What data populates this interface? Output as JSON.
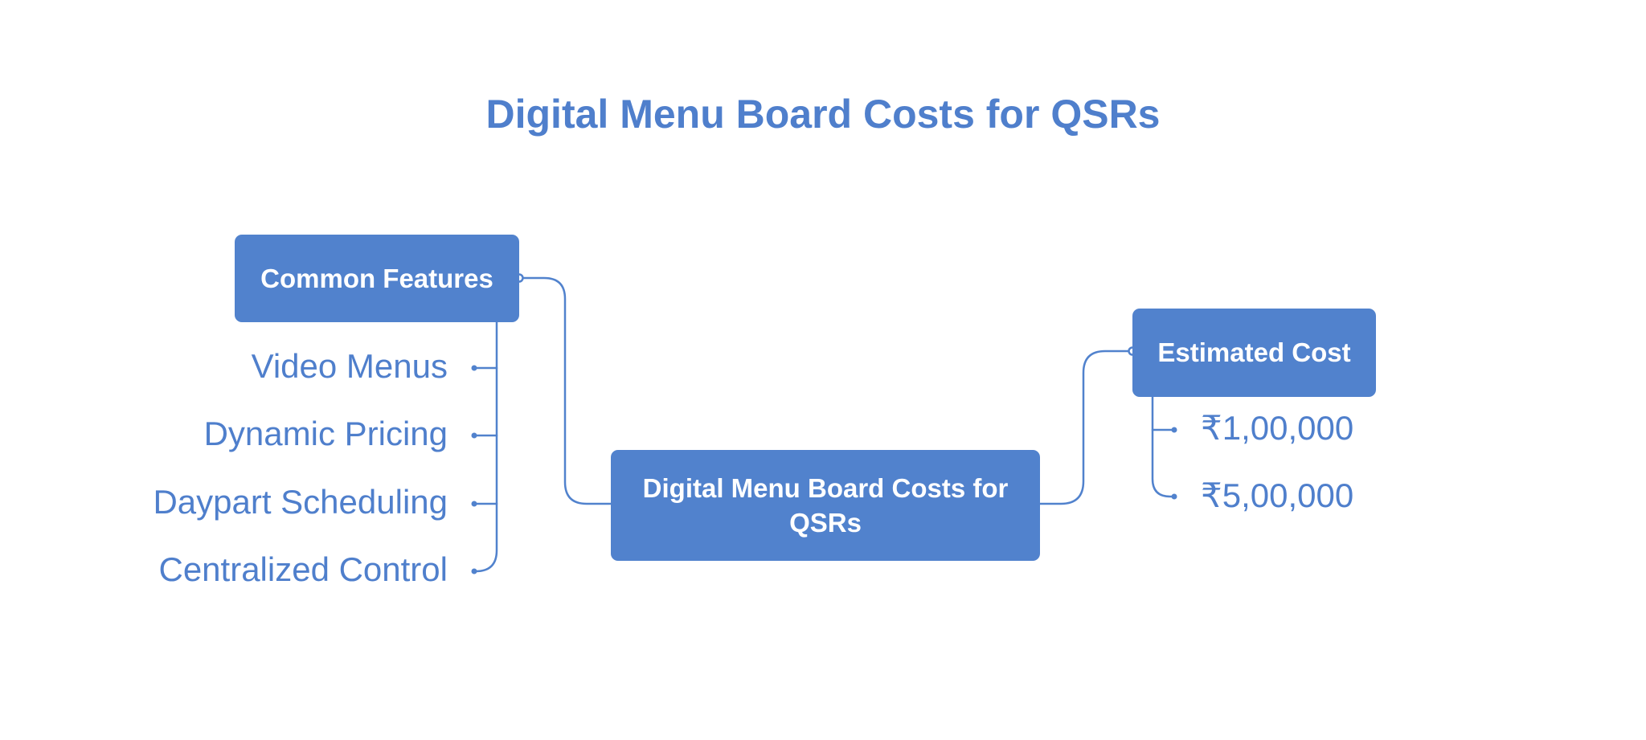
{
  "title": "Digital Menu Board Costs for QSRs",
  "colors": {
    "accent": "#5182cd",
    "text": "#4f7fcc",
    "line": "#5182cd",
    "node_text": "#ffffff"
  },
  "center_node": {
    "label": "Digital Menu Board Costs for QSRs"
  },
  "left_branch": {
    "label": "Common Features",
    "items": [
      "Video Menus",
      "Dynamic Pricing",
      "Daypart Scheduling",
      "Centralized Control"
    ]
  },
  "right_branch": {
    "label": "Estimated Cost",
    "items": [
      "₹1,00,000",
      "₹5,00,000"
    ]
  }
}
